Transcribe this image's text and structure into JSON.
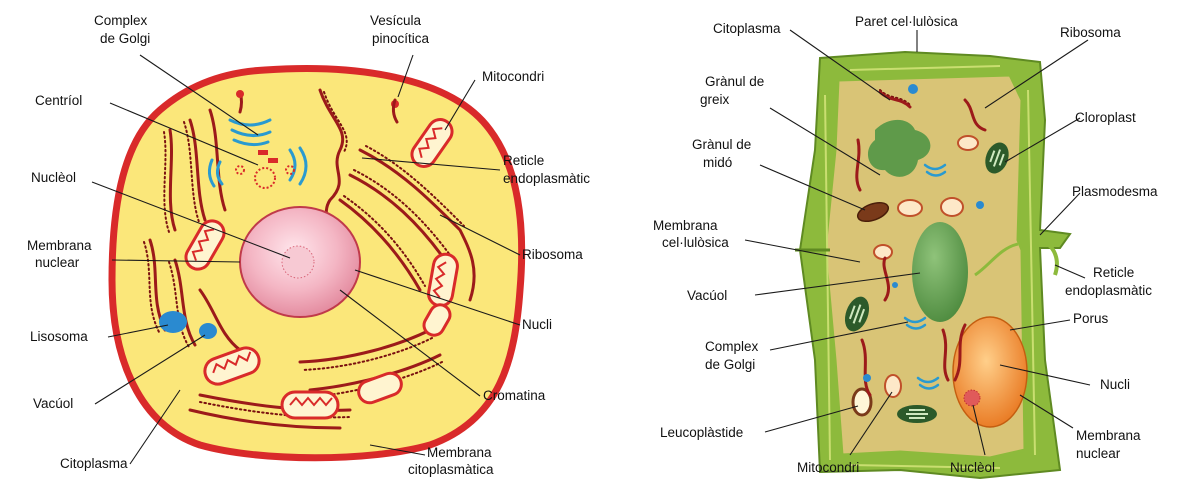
{
  "animal_cell": {
    "labels": {
      "golgi": [
        "Complex",
        "de Golgi"
      ],
      "vesicle": [
        "Vesícula",
        "pinocítica"
      ],
      "mitochondrion": [
        "Mitocondri"
      ],
      "centriole": [
        "Centríol"
      ],
      "er": [
        "Reticle",
        "endoplasmàtic"
      ],
      "nucleolus": [
        "Nuclèol"
      ],
      "nuclear_membrane": [
        "Membrana",
        "nuclear"
      ],
      "ribosome": [
        "Ribosoma"
      ],
      "lysosome": [
        "Lisosoma"
      ],
      "nucleus": [
        "Nucli"
      ],
      "chromatin": [
        "Cromatina"
      ],
      "vacuole": [
        "Vacúol"
      ],
      "cytoplasm": [
        "Citoplasma"
      ],
      "plasma_membrane": [
        "Membrana",
        "citoplasmàtica"
      ]
    }
  },
  "plant_cell": {
    "labels": {
      "cytoplasm": [
        "Citoplasma"
      ],
      "cell_wall": [
        "Paret cel·lulòsica"
      ],
      "ribosome": [
        "Ribosoma"
      ],
      "fat_granule": [
        "Grànul de",
        "greix"
      ],
      "chloroplast": [
        "Cloroplast"
      ],
      "starch_granule": [
        "Grànul de",
        "midó"
      ],
      "plasmodesma": [
        "Plasmodesma"
      ],
      "cellulose_membrane": [
        "Membrana",
        "cel·lulòsica"
      ],
      "er": [
        "Reticle",
        "endoplasmàtic"
      ],
      "vacuole": [
        "Vacúol"
      ],
      "pore": [
        "Porus"
      ],
      "golgi": [
        "Complex",
        "de Golgi"
      ],
      "nucleus": [
        "Nucli"
      ],
      "leucoplast": [
        "Leucoplàstide"
      ],
      "nuclear_membrane": [
        "Membrana",
        "nuclear"
      ],
      "mitochondrion": [
        "Mitocondri"
      ],
      "nucleolus": [
        "Nuclèol"
      ]
    }
  },
  "colors": {
    "animal_membrane": "#d92a2a",
    "animal_cytoplasm": "#fbe77a",
    "animal_nucleus": "#f0a8b8",
    "plant_wall": "#8dba3c",
    "plant_cytoplasm": "#d9c476",
    "plant_nucleus": "#f08a2c",
    "vacuole_green": "#5f9a4a",
    "lysosome_blue": "#2a8ad0",
    "golgi_blue": "#2a9ad0"
  }
}
